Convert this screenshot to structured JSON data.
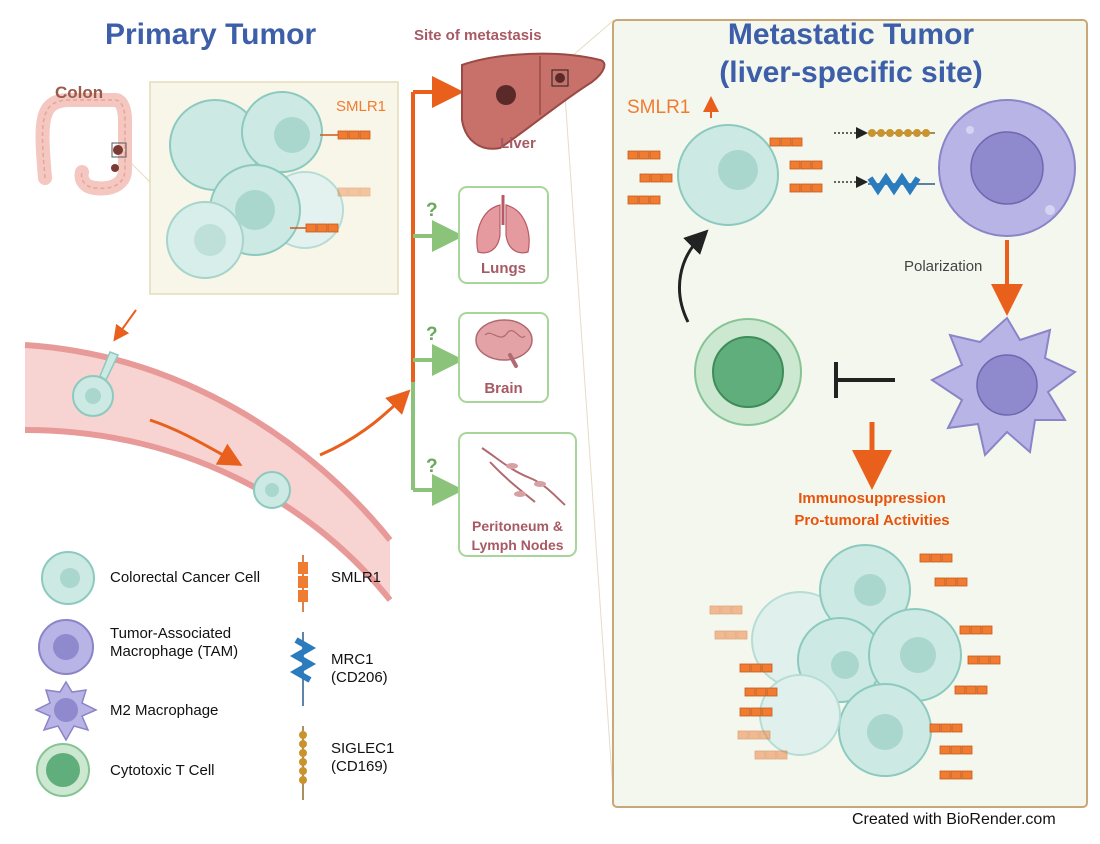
{
  "titles": {
    "primary": "Primary Tumor",
    "metastatic_line1": "Metastatic Tumor",
    "metastatic_line2": "(liver-specific site)"
  },
  "labels": {
    "colon": "Colon",
    "smlr1_primary": "SMLR1",
    "site_of_metastasis": "Site of metastasis",
    "liver": "Liver",
    "lungs": "Lungs",
    "brain": "Brain",
    "peritoneum_line1": "Peritoneum &",
    "peritoneum_line2": "Lymph Nodes",
    "smlr1_up": "SMLR1",
    "polarization": "Polarization",
    "immuno_line1": "Immunosuppression",
    "immuno_line2": "Pro-tumoral Activities",
    "question": "?"
  },
  "legend": {
    "colorectal": "Colorectal Cancer Cell",
    "tam_line1": "Tumor-Associated",
    "tam_line2": "Macrophage (TAM)",
    "m2": "M2 Macrophage",
    "tcell": "Cytotoxic T Cell",
    "smlr1": "SMLR1",
    "mrc1_line1": "MRC1",
    "mrc1_line2": "(CD206)",
    "siglec_line1": "SIGLEC1",
    "siglec_line2": "(CD169)"
  },
  "credit": "Created with BioRender.com",
  "colors": {
    "title_blue": "#3d5ea8",
    "orange": "#e8601c",
    "green_arrow": "#8cc37a",
    "cancer_cell": "#cde9e4",
    "macrophage": "#b9b4e6",
    "tcell": "#7fbf96",
    "panel_bg": "#f4f7ee"
  }
}
